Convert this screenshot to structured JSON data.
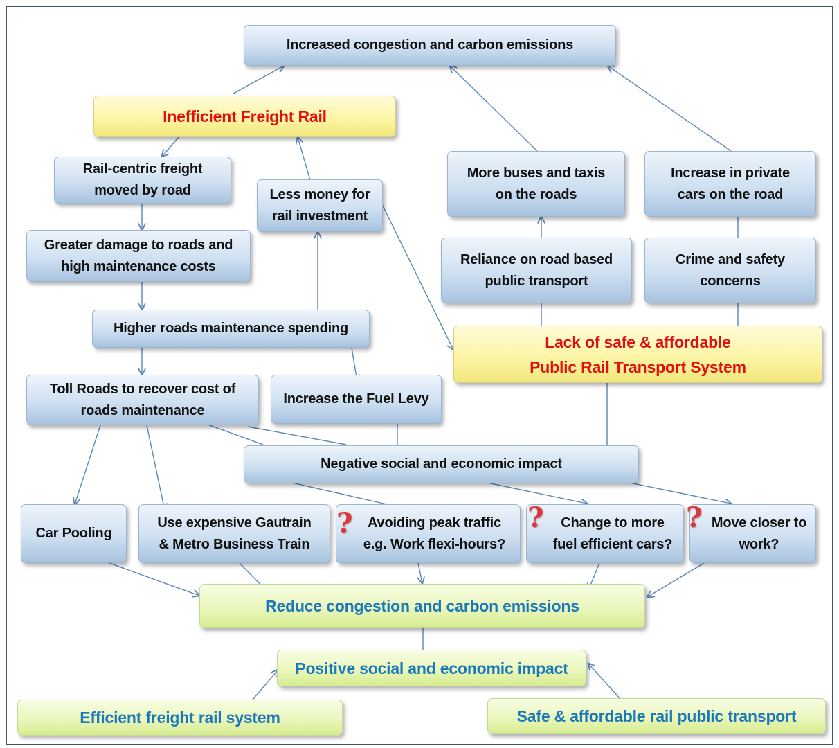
{
  "boxes": {
    "increased_congestion": "Increased congestion and carbon emissions",
    "inefficient_freight": "Inefficient Freight Rail",
    "rail_centric": "Rail-centric freight\nmoved by road",
    "less_money": "Less money for\nrail investment",
    "greater_damage": "Greater damage to roads and\nhigh maintenance costs",
    "higher_spending": "Higher roads maintenance spending",
    "toll_roads": "Toll Roads to recover cost of\nroads maintenance",
    "fuel_levy": "Increase the Fuel Levy",
    "more_buses": "More buses and taxis\non the roads",
    "private_cars": "Increase in private\ncars on the road",
    "reliance": "Reliance on road based\npublic transport",
    "crime": "Crime and safety\nconcerns",
    "lack_rail": "Lack of safe & affordable\nPublic Rail Transport System",
    "negative_impact": "Negative social and economic impact",
    "car_pooling": "Car Pooling",
    "gautrain": "Use expensive Gautrain\n& Metro Business Train",
    "peak_traffic": "Avoiding peak traffic\ne.g. Work flexi-hours?",
    "efficient_cars": "Change to more\nfuel efficient cars?",
    "move_closer": "Move closer to\nwork?",
    "reduce_congestion": "Reduce congestion and carbon emissions",
    "positive_impact": "Positive social and economic impact",
    "efficient_freight": "Efficient freight rail system",
    "safe_rail": "Safe & affordable rail public transport"
  },
  "question_mark": "?",
  "colors": {
    "arrow": "#5a86b8",
    "frame": "#3b5670",
    "red_text": "#e01010",
    "blue_text": "#1c78b8",
    "question": "#d8393e"
  }
}
